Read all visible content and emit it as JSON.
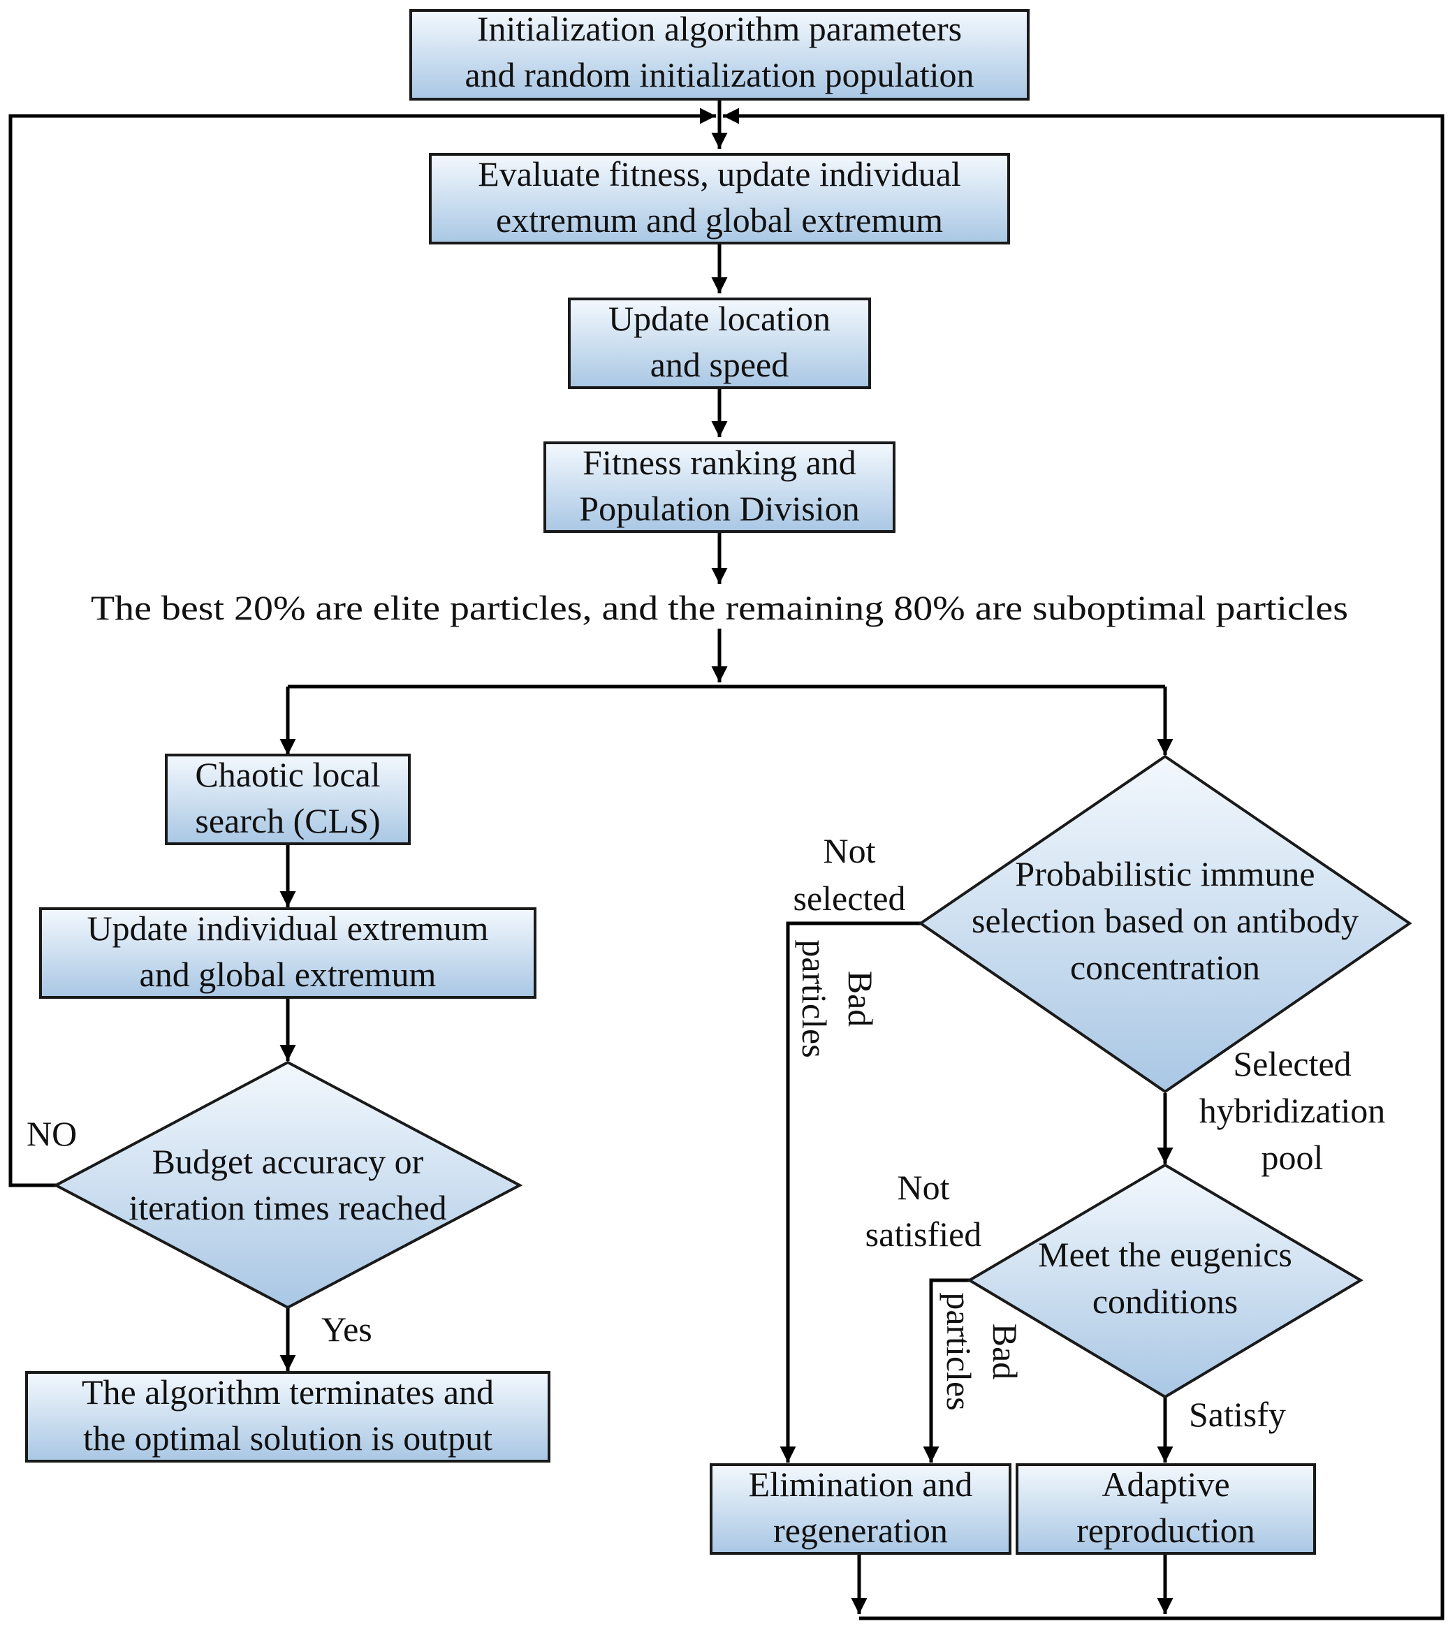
{
  "nodes": {
    "init": [
      "Initialization algorithm parameters",
      "and random initialization population"
    ],
    "evaluate": [
      "Evaluate fitness, update individual",
      "extremum and global extremum"
    ],
    "update_loc": [
      "Update location",
      "and speed"
    ],
    "ranking": [
      "Fitness ranking and",
      "Population Division"
    ],
    "split_text": "The best 20% are elite particles, and the remaining 80% are suboptimal particles",
    "cls": [
      "Chaotic local",
      "search (CLS)"
    ],
    "update_ext": [
      "Update individual extremum",
      "and global extremum"
    ],
    "budget": [
      "Budget accuracy or",
      "iteration times reached"
    ],
    "terminate": [
      "The algorithm terminates and",
      "the optimal solution is output"
    ],
    "immune": [
      "Probabilistic immune",
      "selection based on antibody",
      "concentration"
    ],
    "eugenics": [
      "Meet the eugenics",
      "conditions"
    ],
    "eliminate": [
      "Elimination and",
      "regeneration"
    ],
    "adaptive": [
      "Adaptive",
      "reproduction"
    ]
  },
  "labels": {
    "no": "NO",
    "yes": "Yes",
    "not_selected": [
      "Not",
      "selected"
    ],
    "bad_particles_1": [
      "Bad",
      "particles"
    ],
    "selected_pool": [
      "Selected",
      "hybridization",
      "pool"
    ],
    "not_satisfied": [
      "Not",
      "satisfied"
    ],
    "bad_particles_2": [
      "Bad",
      "particles"
    ],
    "satisfy": "Satisfy"
  },
  "colors": {
    "fill_top": "#f3f8fd",
    "fill_bottom": "#a9c7e4",
    "line": "#000000"
  }
}
